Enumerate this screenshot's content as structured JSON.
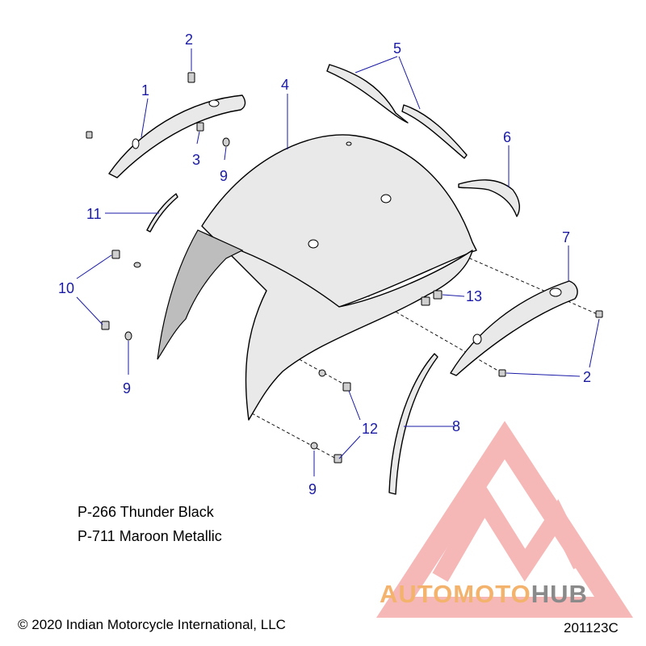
{
  "callouts": {
    "c1": "1",
    "c2a": "2",
    "c2b": "2",
    "c3": "3",
    "c4": "4",
    "c5": "5",
    "c6": "6",
    "c7": "7",
    "c8": "8",
    "c9a": "9",
    "c9b": "9",
    "c9c": "9",
    "c10": "10",
    "c11": "11",
    "c12": "12",
    "c13": "13"
  },
  "notes": {
    "paint1": "P-266 Thunder Black",
    "paint2": "P-711 Maroon Metallic"
  },
  "footer": {
    "copyright": "© 2020 Indian Motorcycle International, LLC",
    "diagram_id": "201123C"
  },
  "watermark": {
    "part1": "AUTOMOTO",
    "part2": "HUB",
    "color_primary": "#f4a0a0",
    "color_accent": "#f7c97a",
    "color_secondary": "#9a9a9a"
  },
  "colors": {
    "callout": "#1a1aa6"
  }
}
